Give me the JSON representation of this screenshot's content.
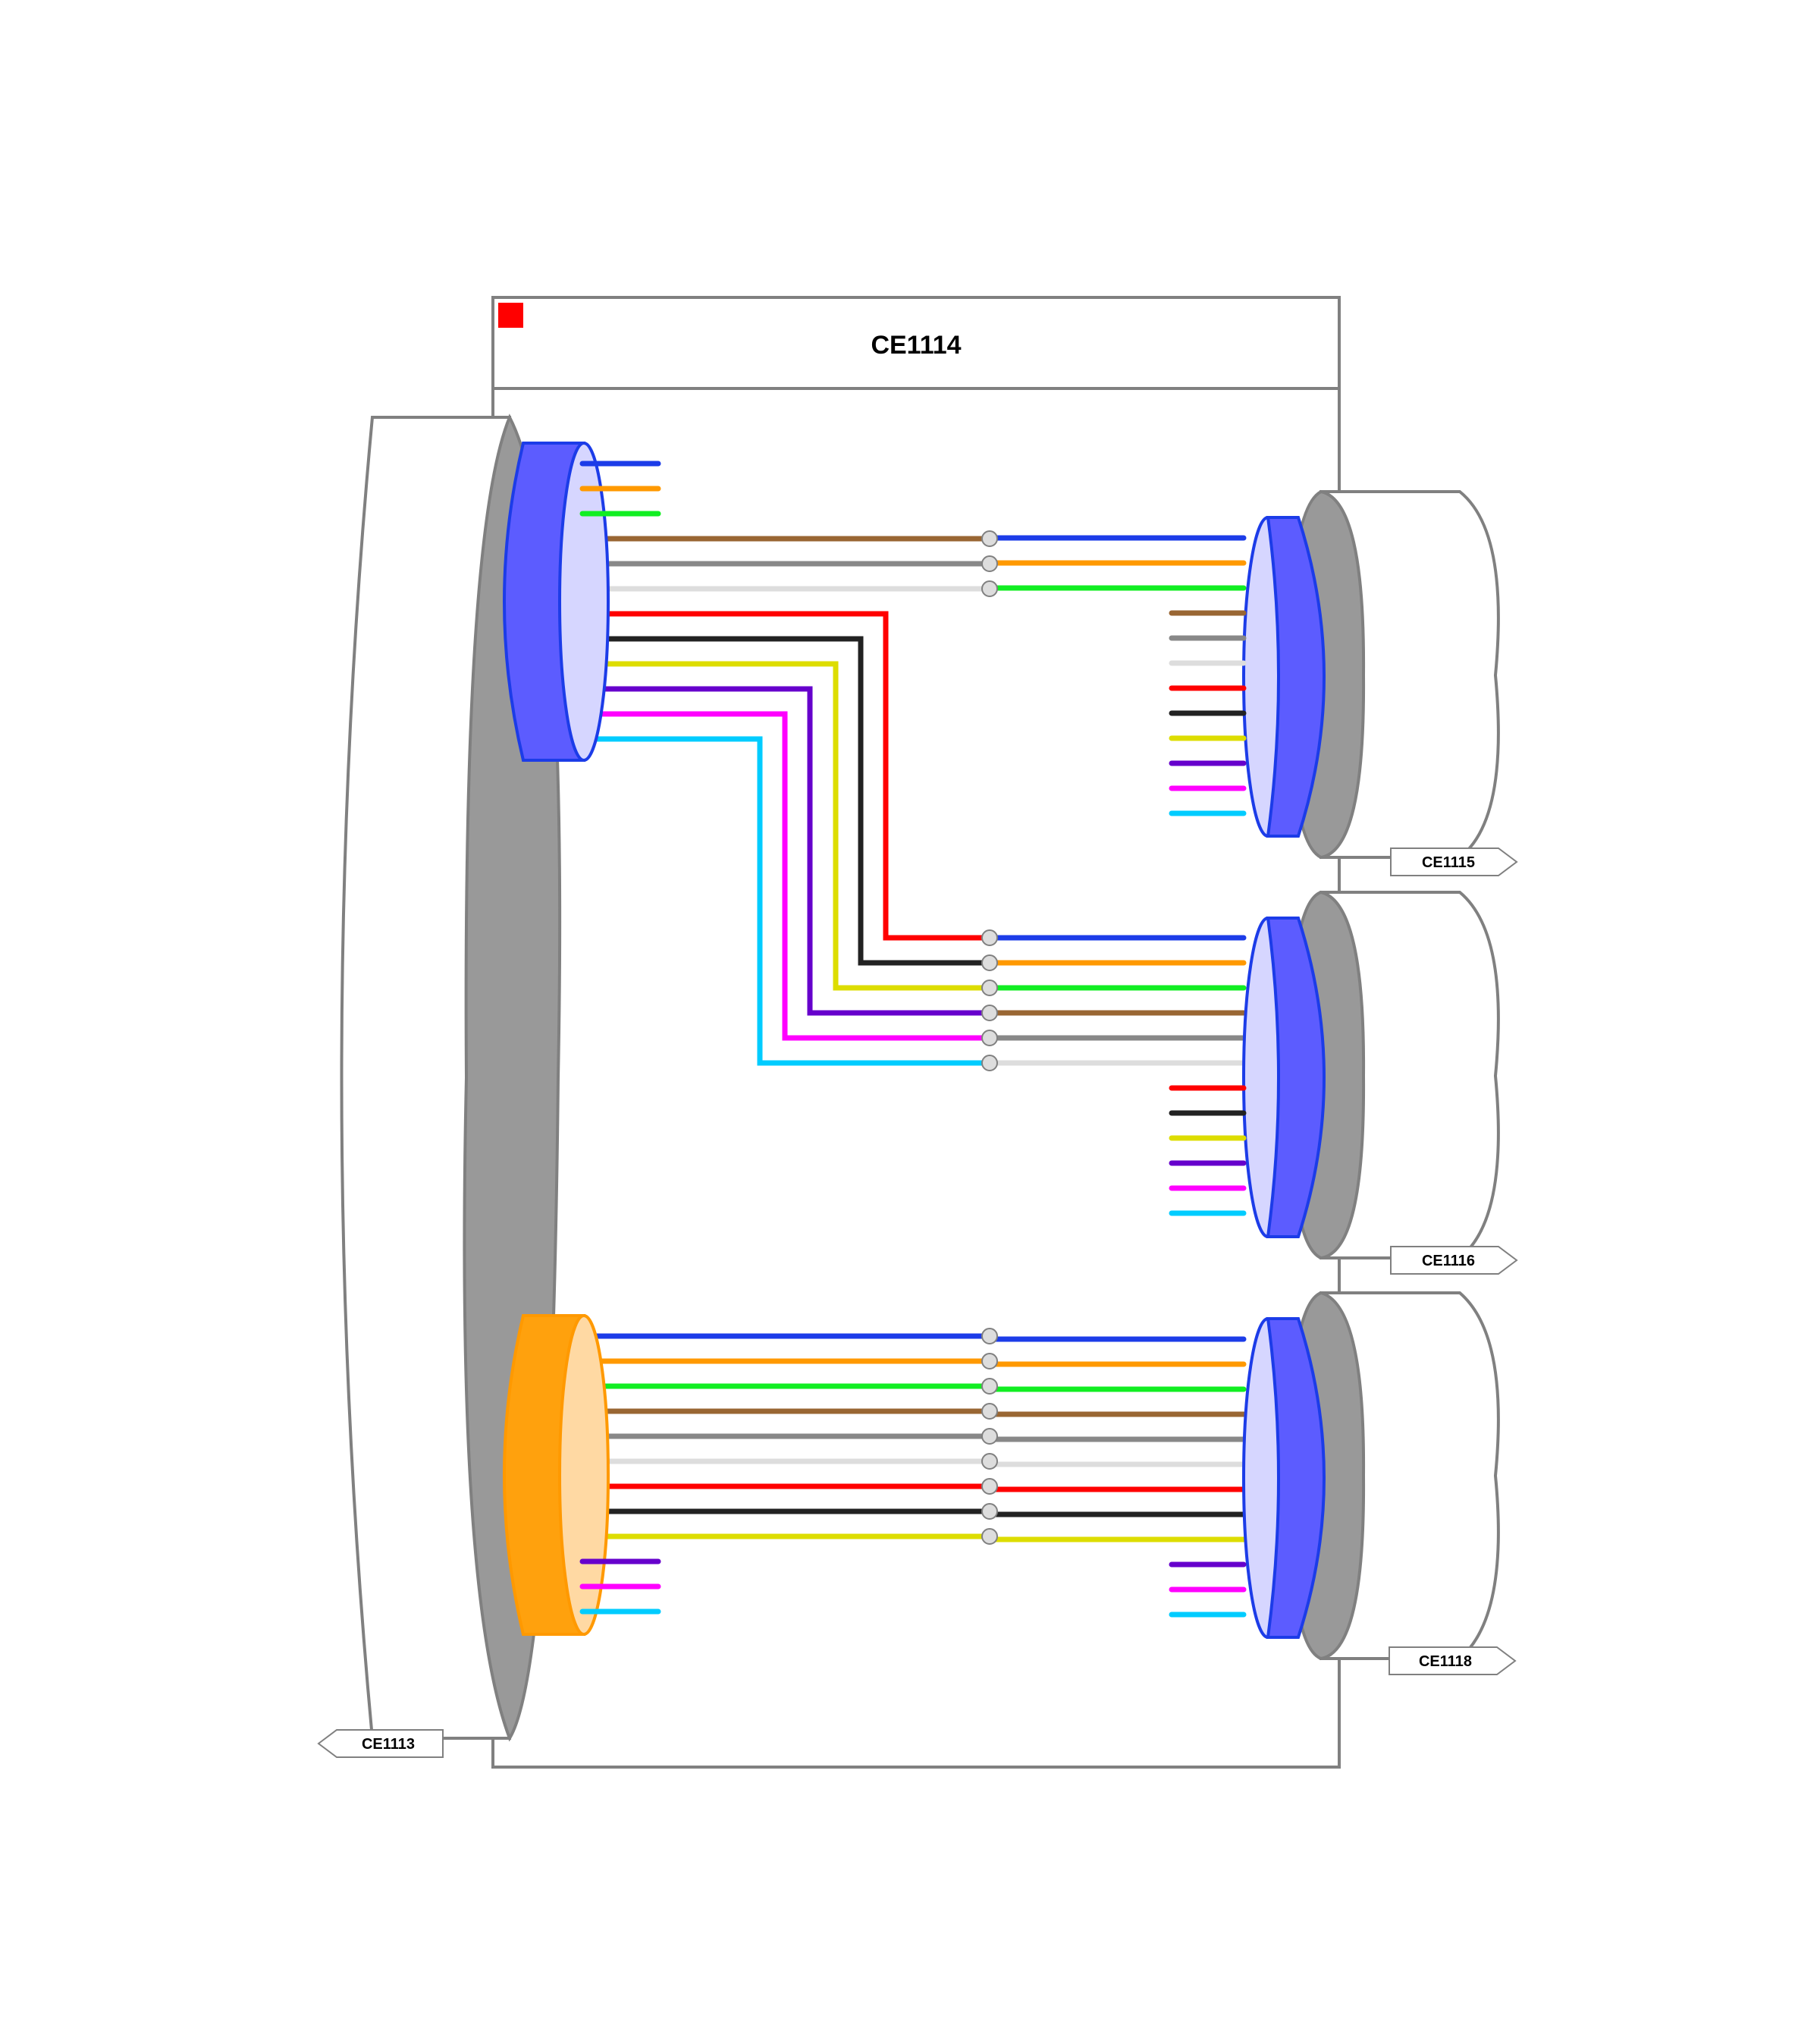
{
  "closure": {
    "title": "CE1114",
    "status_color": "#ff0000"
  },
  "cables": {
    "left": {
      "label": "CE1113"
    },
    "right_top": {
      "label": "CE1115"
    },
    "right_mid": {
      "label": "CE1116"
    },
    "right_bottom": {
      "label": "CE1118"
    }
  },
  "colors": {
    "tube_blue": "#5c5cff",
    "tube_orange": "#ffa10d",
    "sheath_grey": "#999999",
    "splice_dot": "#dddddd",
    "fiber": {
      "blue": "#1c3ce8",
      "orange": "#ff9900",
      "green": "#11ee22",
      "brown": "#996633",
      "grey": "#888888",
      "white": "#dddddd",
      "red": "#ff0000",
      "black": "#222222",
      "yellow": "#dddd00",
      "violet": "#6600cc",
      "pink": "#ff00ff",
      "aqua": "#00ccff"
    }
  },
  "fiber_order": [
    "blue",
    "orange",
    "green",
    "brown",
    "grey",
    "white",
    "red",
    "black",
    "yellow",
    "violet",
    "pink",
    "aqua"
  ],
  "splices": [
    {
      "from_tube": "left_blue",
      "from_fibers": [
        "brown",
        "grey",
        "white"
      ],
      "to_cable": "right_top",
      "to_fibers": [
        "blue",
        "orange",
        "green"
      ]
    },
    {
      "from_tube": "left_blue",
      "from_fibers": [
        "red",
        "black",
        "yellow",
        "violet",
        "pink",
        "aqua"
      ],
      "to_cable": "right_mid",
      "to_fibers": [
        "blue",
        "orange",
        "green",
        "brown",
        "grey",
        "white"
      ]
    },
    {
      "from_tube": "left_orange",
      "from_fibers": [
        "blue",
        "orange",
        "green",
        "brown",
        "grey",
        "white",
        "red",
        "black",
        "yellow"
      ],
      "to_cable": "right_bottom",
      "to_fibers": [
        "blue",
        "orange",
        "green",
        "brown",
        "grey",
        "white",
        "red",
        "black",
        "yellow"
      ]
    }
  ]
}
